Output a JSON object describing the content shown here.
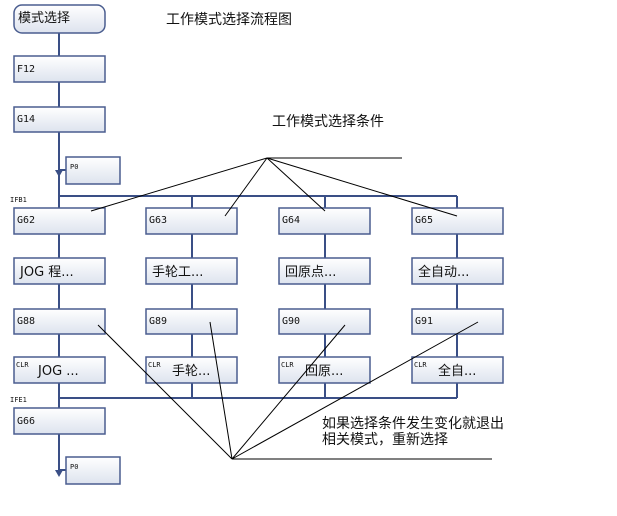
{
  "title": "工作模式选择流程图",
  "start_label": "模式选择",
  "chain_top": [
    "F12",
    "G14"
  ],
  "p0_label": "P0",
  "branch_tag_top": "IFB1",
  "branch_tag_bottom": "IFE1",
  "columns": [
    {
      "cond": "G62",
      "mode": "JOG 程...",
      "exit_cond": "G88",
      "clr_label": "JOG ..."
    },
    {
      "cond": "G63",
      "mode": "手轮工...",
      "exit_cond": "G89",
      "clr_label": "手轮..."
    },
    {
      "cond": "G64",
      "mode": "回原点...",
      "exit_cond": "G90",
      "clr_label": "回原..."
    },
    {
      "cond": "G65",
      "mode": "全自动...",
      "exit_cond": "G91",
      "clr_label": "全自..."
    }
  ],
  "clr_tag": "CLR",
  "after_merge": "G66",
  "end_label": "P0",
  "annotation_conditions": "工作模式选择条件",
  "annotation_exit_line1": "如果选择条件发生变化就退出",
  "annotation_exit_line2": "相关模式，重新选择",
  "colors": {
    "line": "#3a4f86",
    "box_border": "#4a5d8f",
    "box_fill": "#edf0f6",
    "callout": "#000000"
  }
}
